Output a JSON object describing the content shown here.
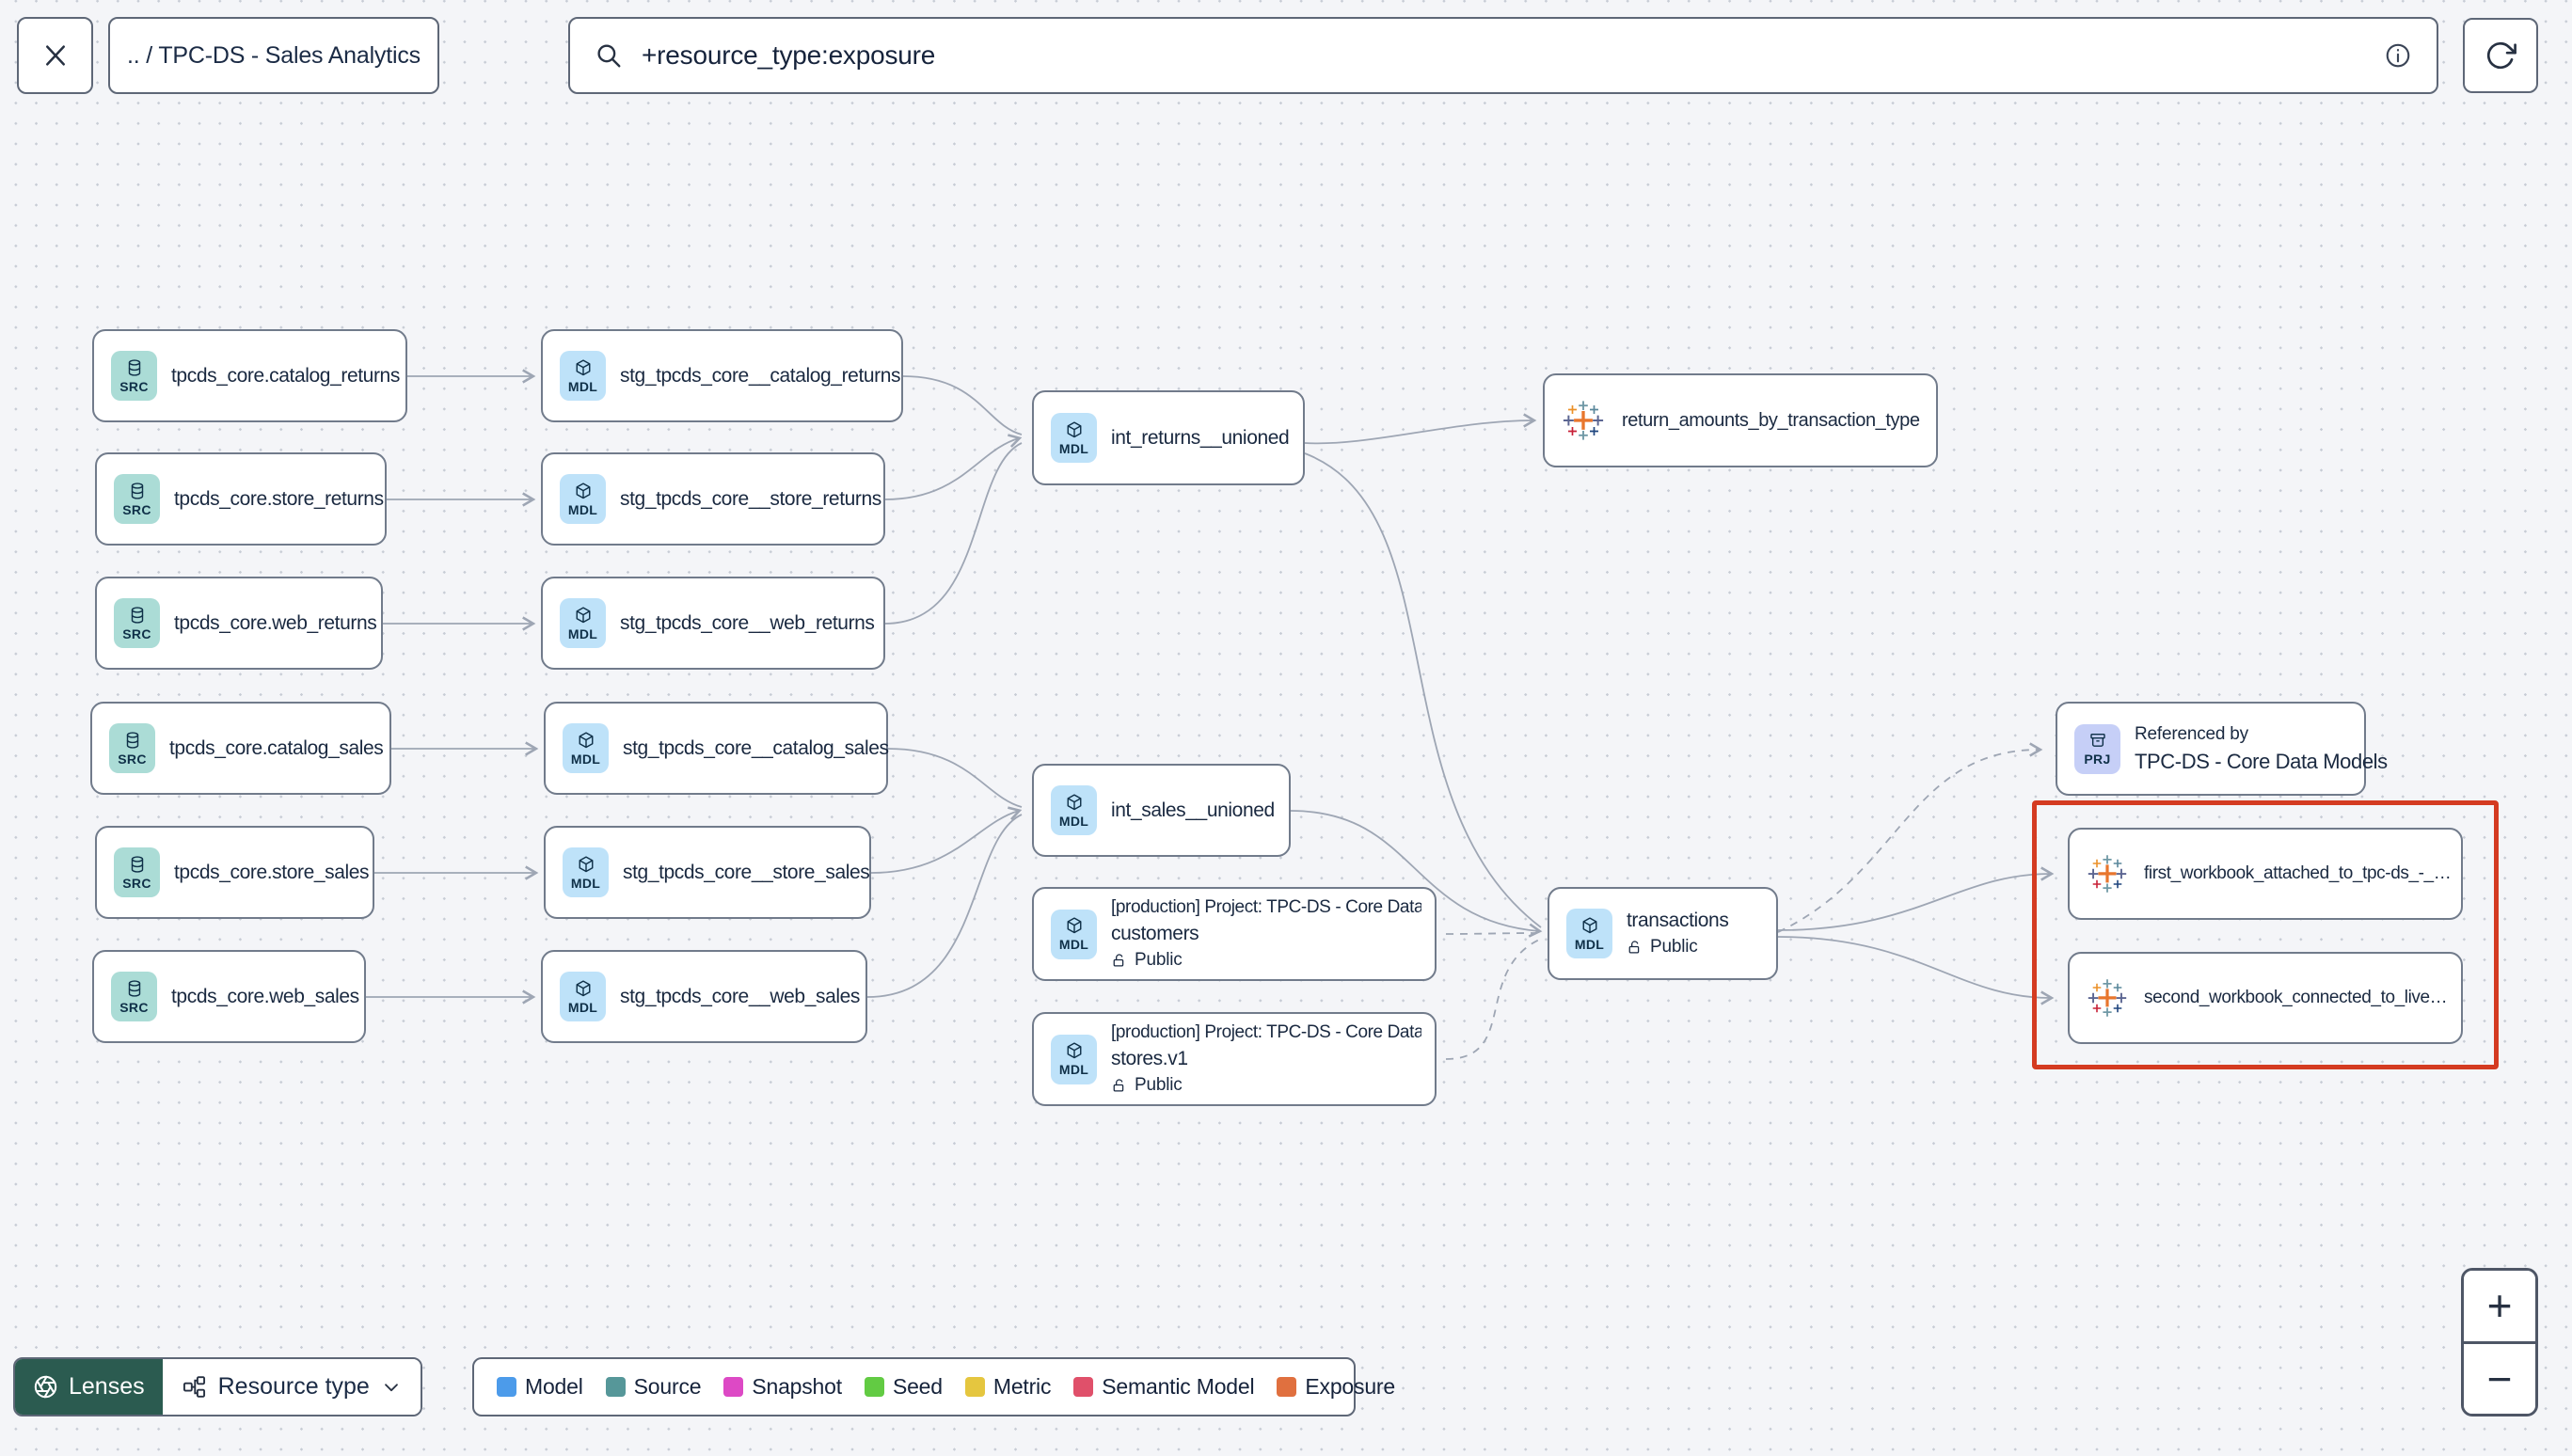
{
  "topbar": {
    "breadcrumb": ".. / TPC-DS - Sales Analytics",
    "search_value": "+resource_type:exposure"
  },
  "toolbar": {
    "lenses_label": "Lenses",
    "resource_type_label": "Resource type"
  },
  "legend": {
    "items": [
      {
        "label": "Model",
        "color": "#4C9BEA"
      },
      {
        "label": "Source",
        "color": "#569799"
      },
      {
        "label": "Snapshot",
        "color": "#DD49C5"
      },
      {
        "label": "Seed",
        "color": "#62CB43"
      },
      {
        "label": "Metric",
        "color": "#E5C63F"
      },
      {
        "label": "Semantic Model",
        "color": "#E0506A"
      },
      {
        "label": "Exposure",
        "color": "#E0703F"
      }
    ]
  },
  "zoom_controls": {
    "zoom_in": "+",
    "zoom_out": "−"
  },
  "annotations": {
    "highlight_color": "#D43B21"
  },
  "nodes": {
    "src_catalog_returns": {
      "badge": "SRC",
      "label": "tpcds_core.catalog_returns"
    },
    "src_store_returns": {
      "badge": "SRC",
      "label": "tpcds_core.store_returns"
    },
    "src_web_returns": {
      "badge": "SRC",
      "label": "tpcds_core.web_returns"
    },
    "src_catalog_sales": {
      "badge": "SRC",
      "label": "tpcds_core.catalog_sales"
    },
    "src_store_sales": {
      "badge": "SRC",
      "label": "tpcds_core.store_sales"
    },
    "src_web_sales": {
      "badge": "SRC",
      "label": "tpcds_core.web_sales"
    },
    "stg_catalog_returns": {
      "badge": "MDL",
      "label": "stg_tpcds_core__catalog_returns"
    },
    "stg_store_returns": {
      "badge": "MDL",
      "label": "stg_tpcds_core__store_returns"
    },
    "stg_web_returns": {
      "badge": "MDL",
      "label": "stg_tpcds_core__web_returns"
    },
    "stg_catalog_sales": {
      "badge": "MDL",
      "label": "stg_tpcds_core__catalog_sales"
    },
    "stg_store_sales": {
      "badge": "MDL",
      "label": "stg_tpcds_core__store_sales"
    },
    "stg_web_sales": {
      "badge": "MDL",
      "label": "stg_tpcds_core__web_sales"
    },
    "int_returns": {
      "badge": "MDL",
      "label": "int_returns__unioned"
    },
    "int_sales": {
      "badge": "MDL",
      "label": "int_sales__unioned"
    },
    "exposure_returns": {
      "label": "return_amounts_by_transaction_type"
    },
    "customers": {
      "badge": "MDL",
      "header": "[production] Project: TPC-DS - Core Data Mo…",
      "label": "customers",
      "visibility": "Public"
    },
    "stores": {
      "badge": "MDL",
      "header": "[production] Project: TPC-DS - Core Data Mo…",
      "label": "stores.v1",
      "visibility": "Public"
    },
    "transactions": {
      "badge": "MDL",
      "label": "transactions",
      "visibility": "Public"
    },
    "referenced_by": {
      "badge": "PRJ",
      "title": "Referenced by",
      "label": "TPC-DS - Core Data Models"
    },
    "workbook_first": {
      "label": "first_workbook_attached_to_tpc-ds_-_…"
    },
    "workbook_second": {
      "label": "second_workbook_connected_to_live…"
    }
  }
}
